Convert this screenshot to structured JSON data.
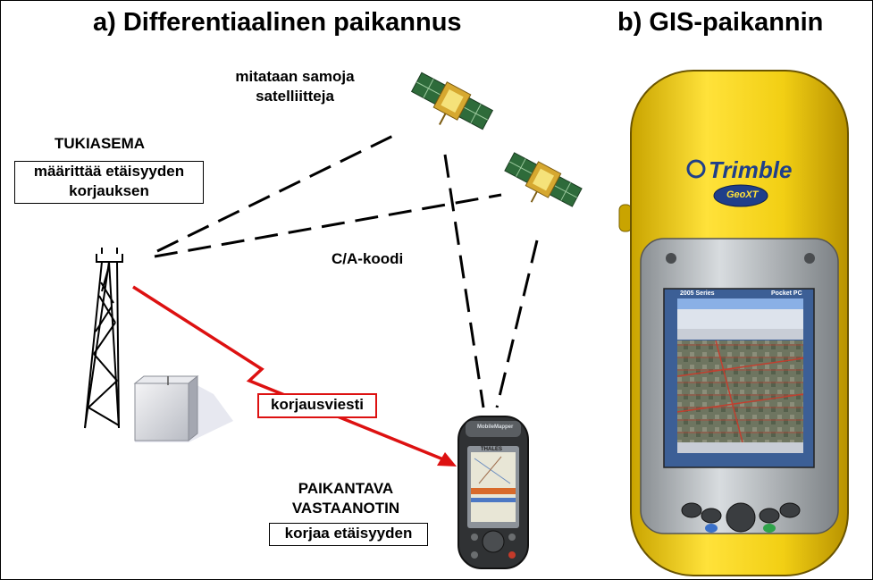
{
  "titles": {
    "left": "a) Differentiaalinen paikannus",
    "right": "b) GIS-paikannin"
  },
  "labels": {
    "satellites_line1": "mitataan samoja",
    "satellites_line2": "satelliitteja",
    "base_station": "TUKIASEMA",
    "base_desc_line1": "määrittää etäisyyden",
    "base_desc_line2": "korjauksen",
    "ca_code": "C/A-koodi",
    "correction_message": "korjausviesti",
    "rover_line1": "PAIKANTAVA",
    "rover_line2": "VASTAANOTIN",
    "rover_desc": "korjaa etäisyyden"
  },
  "device": {
    "brand": "Trimble",
    "model": "GeoXT",
    "screen_header_left": "2005 Series",
    "screen_header_right": "Pocket PC",
    "handheld_brand": "THALES",
    "handheld_model": "MobileMapper"
  },
  "colors": {
    "signal_red": "#dd1111",
    "device_yellow": "#f3d21e",
    "device_body_dark": "#2a2a2a"
  }
}
